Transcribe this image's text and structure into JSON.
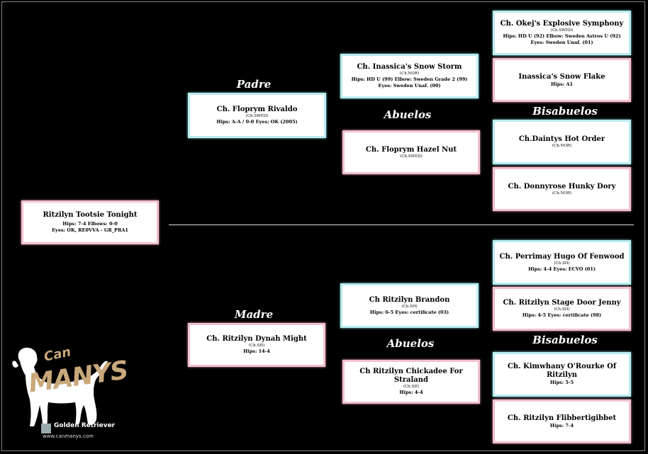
{
  "headings": {
    "padre": "Padre",
    "madre": "Madre",
    "abuelos_top": "Abuelos",
    "abuelos_bottom": "Abuelos",
    "bisabuelos_top": "Bisabuelos",
    "bisabuelos_bottom": "Bisabuelos"
  },
  "subject": {
    "name": "Ritzilyn Tootsie Tonight",
    "reg": "",
    "line1": "Hips: 7-4  Elbows: 0-0",
    "line2": "Eyes: OK, RE0VVA - GR_PRA1"
  },
  "sire": {
    "name": "Ch. Floprym  Rivaldo",
    "reg": "(Ch.SWED)",
    "line1": "Hips: A-A / 0-0  Eyes: OK (2005)",
    "line2": ""
  },
  "dam": {
    "name": "Ch. Ritzilyn Dynah Might",
    "reg": "(Ch.SH)",
    "line1": "Hips: 14-4",
    "line2": ""
  },
  "gp": [
    {
      "name": "Ch. Inassica's Snow Storm",
      "reg": "(Ch.NOR)",
      "line1": "Hips: HD U (99)  Elbow: Sweden Grade 2 (99)",
      "line2": "Eyes: Sweden Unaf. (00)"
    },
    {
      "name": "Ch. Floprym Hazel Nut",
      "reg": "(Ch.SWED)",
      "line1": "",
      "line2": ""
    },
    {
      "name": "Ch Ritzilyn Brandon",
      "reg": "(Ch.SH)",
      "line1": "Hips: 6-5  Eyes: certificate (03)",
      "line2": ""
    },
    {
      "name": "Ch Ritzilyn Chickadee For Straland",
      "reg": "(Ch.SH)",
      "line1": "Hips: 4-4",
      "line2": ""
    }
  ],
  "ggp": [
    {
      "name": "Ch. Okej's Explosive Symphony",
      "reg": "(Ch.SWED)",
      "line1": "Hips: HD U (92)  Elbow: Sweden Astros U (92)",
      "line2": "Eyes: Sweden Unaf. (01)"
    },
    {
      "name": "Inassica's Snow Flake",
      "reg": "",
      "line1": "Hips: A1",
      "line2": ""
    },
    {
      "name": "Ch.Daintys Hot Order",
      "reg": "(Ch.NOR)",
      "line1": "",
      "line2": ""
    },
    {
      "name": "Ch. Donnyrose Hunky Dory",
      "reg": "(Ch.NOR)",
      "line1": "",
      "line2": ""
    },
    {
      "name": "Ch. Perrimay Hugo Of Fenwood",
      "reg": "(Ch.SH)",
      "line1": "Hips: 4-4  Eyes: ECVO (01)",
      "line2": ""
    },
    {
      "name": "Ch. Ritzilyn Stage Door Jenny",
      "reg": "(Ch.SH)",
      "line1": "Hips: 4-5  Eyes: certificate (98)",
      "line2": ""
    },
    {
      "name": "Ch. Kimwhany O'Rourke Of Ritzilyn",
      "reg": "",
      "line1": "Hips: 5-5",
      "line2": ""
    },
    {
      "name": "Ch. Ritzilyn Flibbertigibbet",
      "reg": "",
      "line1": "Hips: 7-4",
      "line2": ""
    }
  ],
  "logo": {
    "can": "Can",
    "manys": "MANYS",
    "breed": "Golden Retriever",
    "url": "www.canmanys.com"
  },
  "colors": {
    "background": "#000000",
    "border_cyan": "#b9ecef",
    "border_pink": "#f2c1cd",
    "logo_gold": "#c9a87a"
  }
}
